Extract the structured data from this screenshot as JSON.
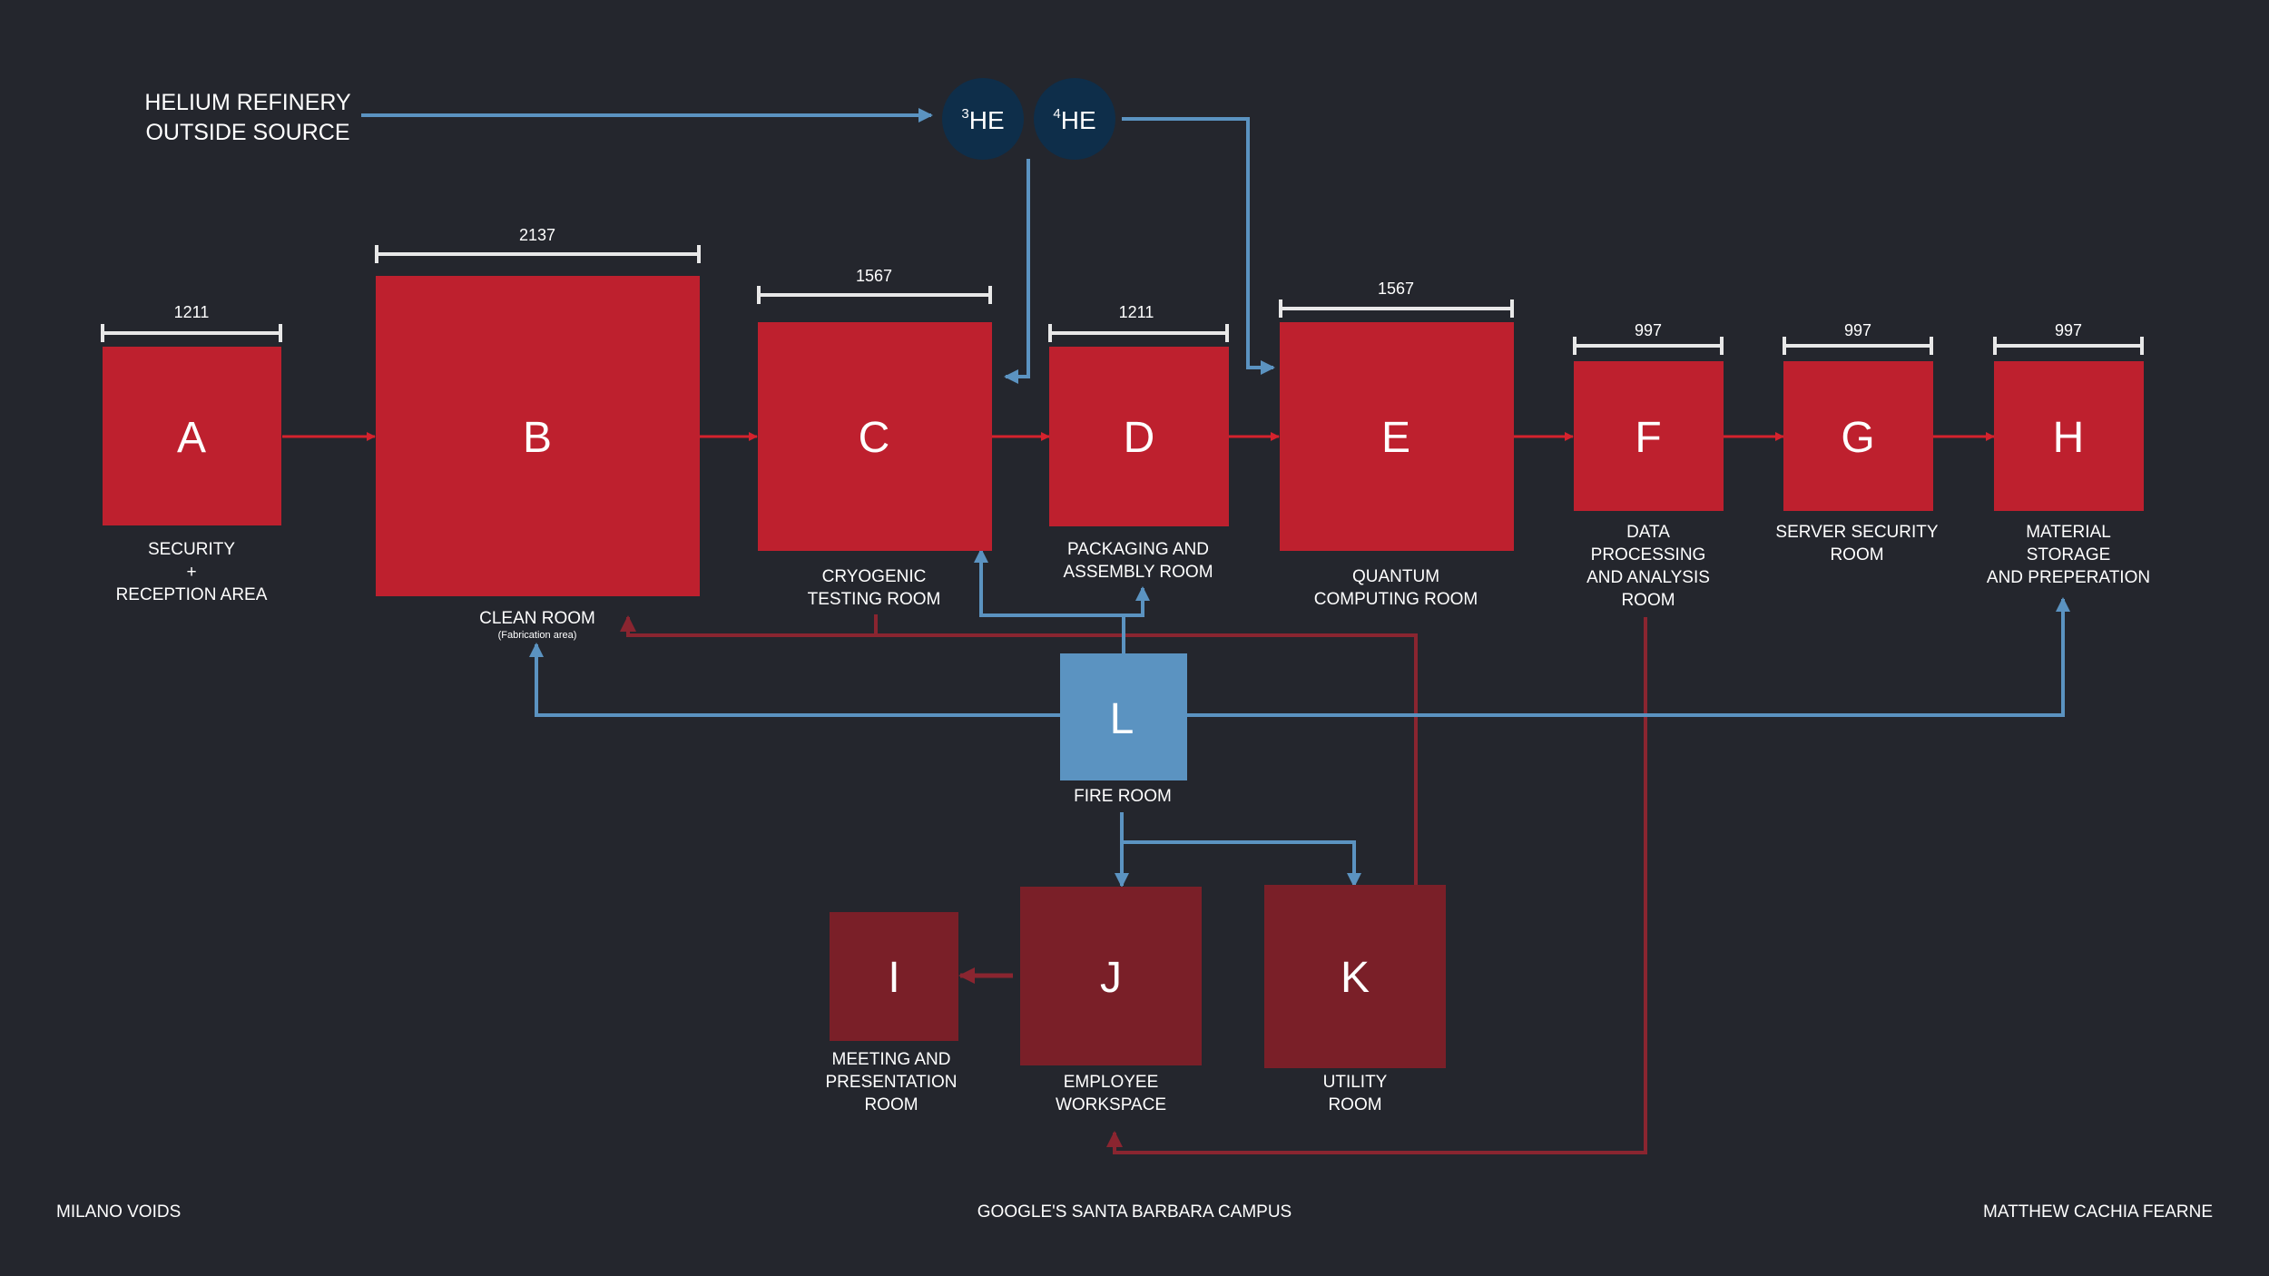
{
  "colors": {
    "background": "#24262d",
    "primary_room": "#be202e",
    "secondary_room": "#7a1f28",
    "fire_room": "#5b93c1",
    "helium_node": "#0e2e4a",
    "blue_line": "#5b93c1",
    "red_arrow": "#d5222d",
    "dark_red_line": "#8a2530",
    "dimension": "#e8e8e8"
  },
  "source": {
    "line1": "HELIUM REFINERY",
    "line2": "OUTSIDE SOURCE"
  },
  "helium": [
    {
      "sup": "3",
      "text": "HE"
    },
    {
      "sup": "4",
      "text": "HE"
    }
  ],
  "rooms": {
    "A": {
      "letter": "A",
      "label": [
        "SECURITY",
        "+",
        "RECEPTION AREA"
      ],
      "dim": "1211"
    },
    "B": {
      "letter": "B",
      "label": [
        "CLEAN ROOM"
      ],
      "sublabel": "(Fabrication area)",
      "dim": "2137"
    },
    "C": {
      "letter": "C",
      "label": [
        "CRYOGENIC",
        "TESTING ROOM"
      ],
      "dim": "1567"
    },
    "D": {
      "letter": "D",
      "label": [
        "PACKAGING AND",
        "ASSEMBLY ROOM"
      ],
      "dim": "1211"
    },
    "E": {
      "letter": "E",
      "label": [
        "QUANTUM",
        "COMPUTING ROOM"
      ],
      "dim": "1567"
    },
    "F": {
      "letter": "F",
      "label": [
        "DATA",
        "PROCESSING",
        "AND ANALYSIS",
        "ROOM"
      ],
      "dim": "997"
    },
    "G": {
      "letter": "G",
      "label": [
        "SERVER SECURITY",
        "ROOM"
      ],
      "dim": "997"
    },
    "H": {
      "letter": "H",
      "label": [
        "MATERIAL",
        "STORAGE",
        "AND PREPERATION"
      ],
      "dim": "997"
    },
    "L": {
      "letter": "L",
      "label": [
        "FIRE ROOM"
      ]
    },
    "I": {
      "letter": "I",
      "label": [
        "MEETING AND",
        "PRESENTATION",
        "ROOM"
      ]
    },
    "J": {
      "letter": "J",
      "label": [
        "EMPLOYEE",
        "WORKSPACE"
      ]
    },
    "K": {
      "letter": "K",
      "label": [
        "UTILITY",
        "ROOM"
      ]
    }
  },
  "footer": {
    "left": "MILANO VOIDS",
    "center": "GOOGLE'S SANTA BARBARA CAMPUS",
    "right": "MATTHEW CACHIA FEARNE"
  }
}
